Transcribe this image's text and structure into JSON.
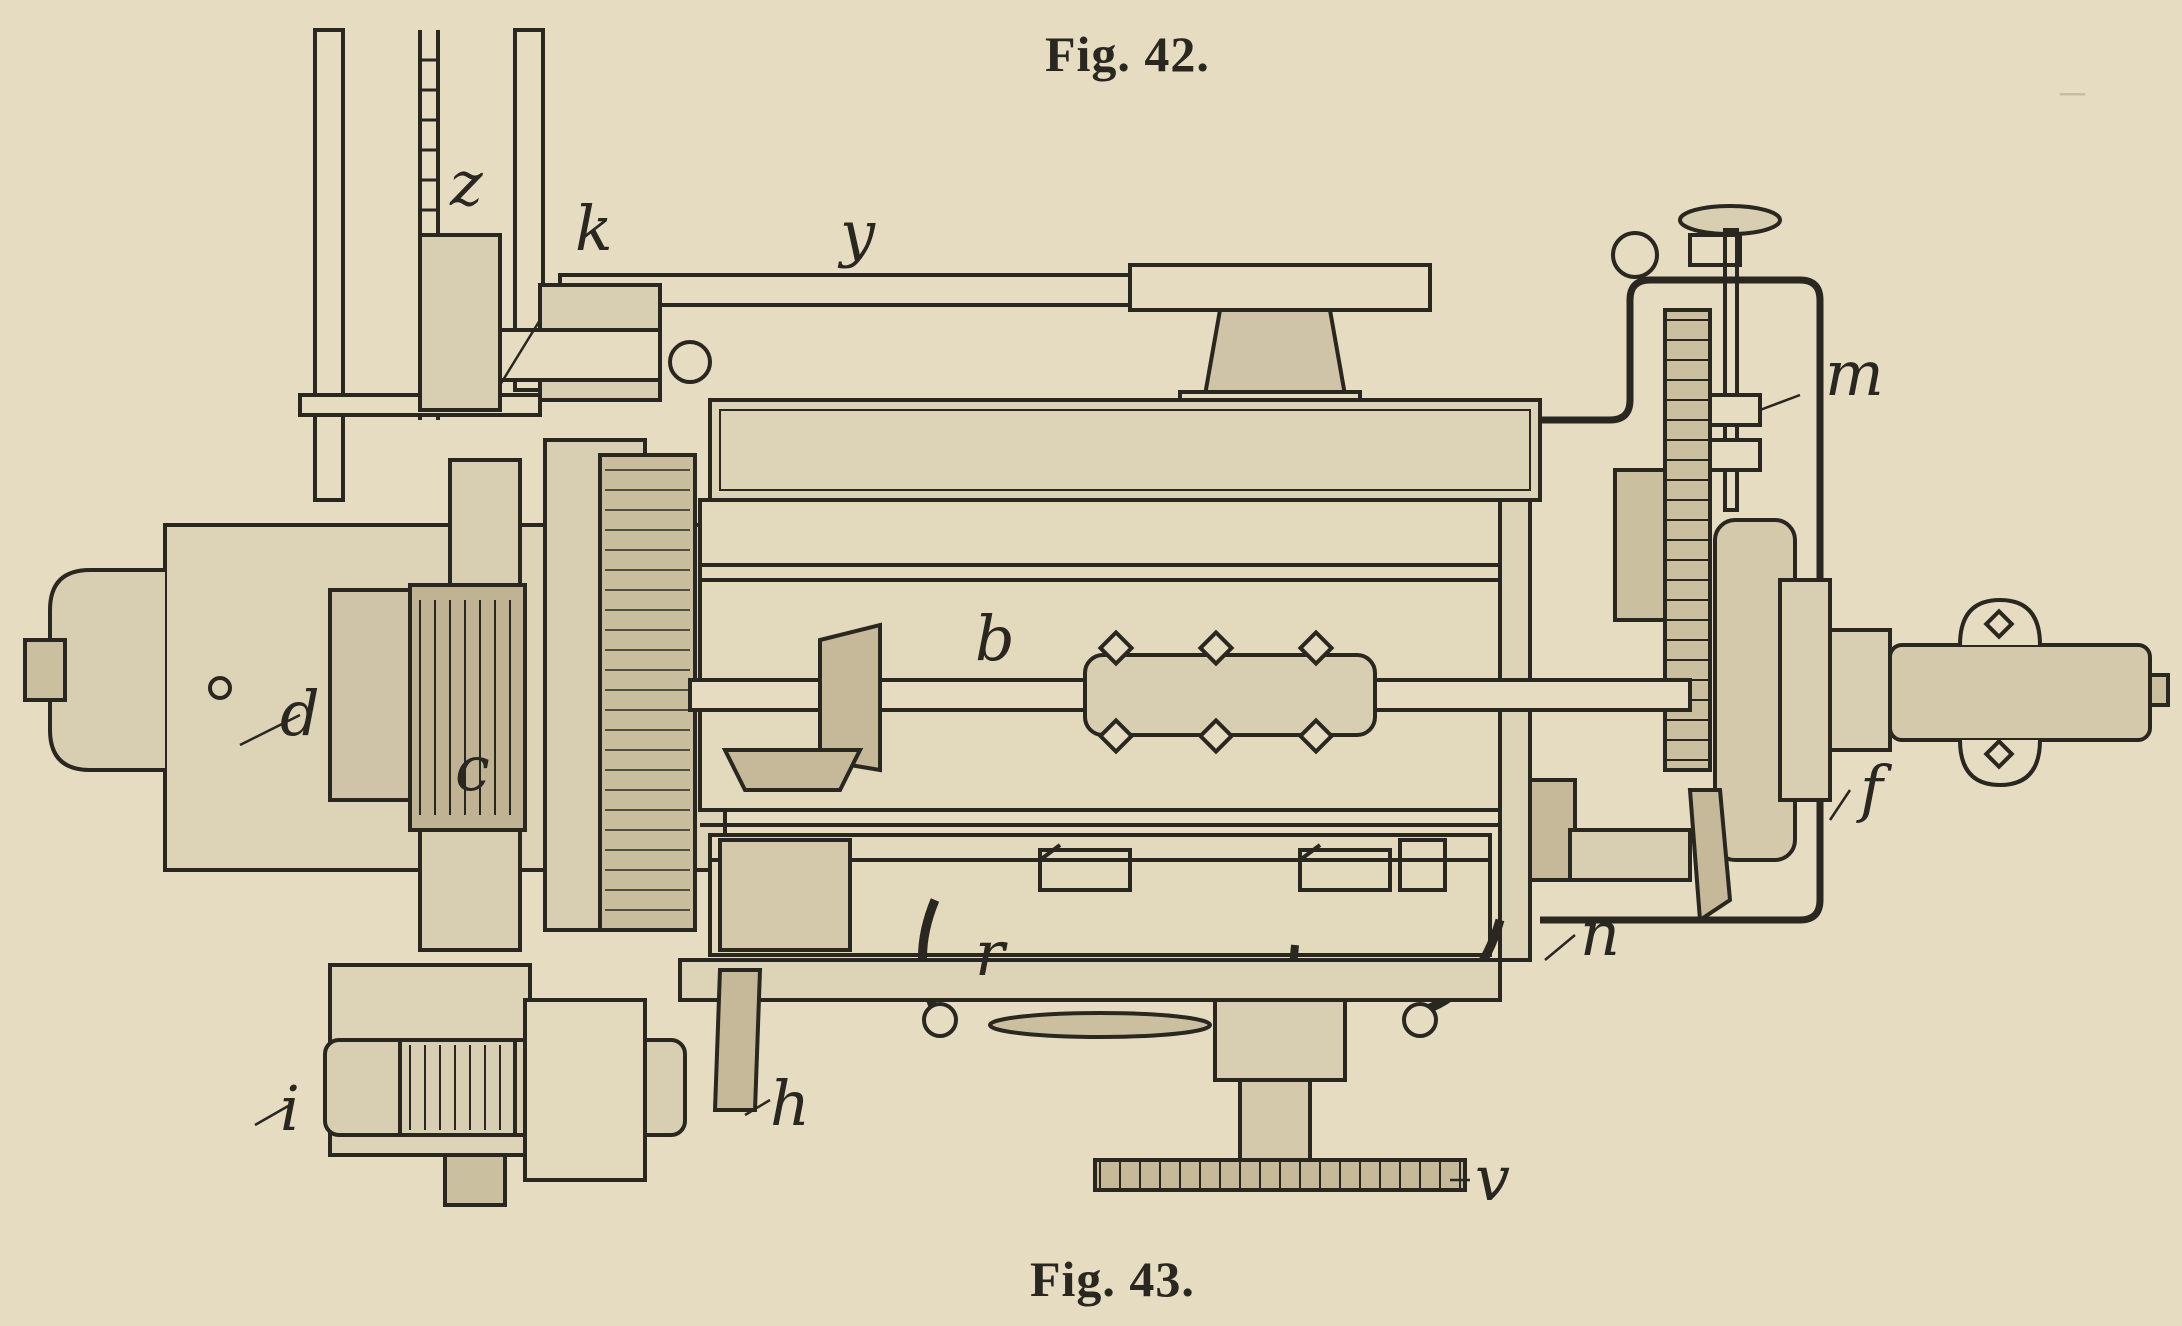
{
  "figure": {
    "caption_top": "Fig. 42.",
    "caption_bottom": "Fig. 43."
  },
  "labels": {
    "z": "z",
    "k": "k",
    "y": "y",
    "m": "m",
    "b": "b",
    "d": "d",
    "c": "c",
    "f": "f",
    "n": "n",
    "r": "r",
    "h": "h",
    "i": "i",
    "v": "v"
  },
  "colors": {
    "paper": "#e6dcc2",
    "ink": "#2a2620"
  }
}
